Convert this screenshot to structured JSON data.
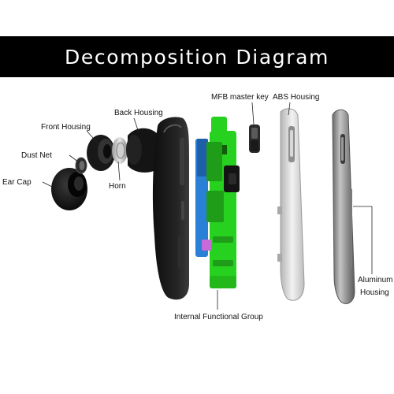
{
  "header": {
    "title": "Decomposition Diagram"
  },
  "labels": {
    "back_housing": "Back Housing",
    "front_housing": "Front Housing",
    "dust_net": "Dust Net",
    "ear_cap": "Ear Cap",
    "horn": "Horn",
    "mfb_master_key": "MFB master key",
    "abs_housing": "ABS Housing",
    "internal_functional_group": "Internal Functional Group",
    "aluminum_housing_line1": "Aluminum",
    "aluminum_housing_line2": "Housing"
  },
  "colors": {
    "banner": "#000000",
    "banner_text": "#ffffff",
    "pcb_green": "#27d11f",
    "battery_blue": "#2a7fd6",
    "connector_purple": "#c86ad8",
    "back_housing": "#1c1c1c",
    "abs_housing": "#cfcfcf",
    "aluminum_housing": "#8c8c8c"
  }
}
